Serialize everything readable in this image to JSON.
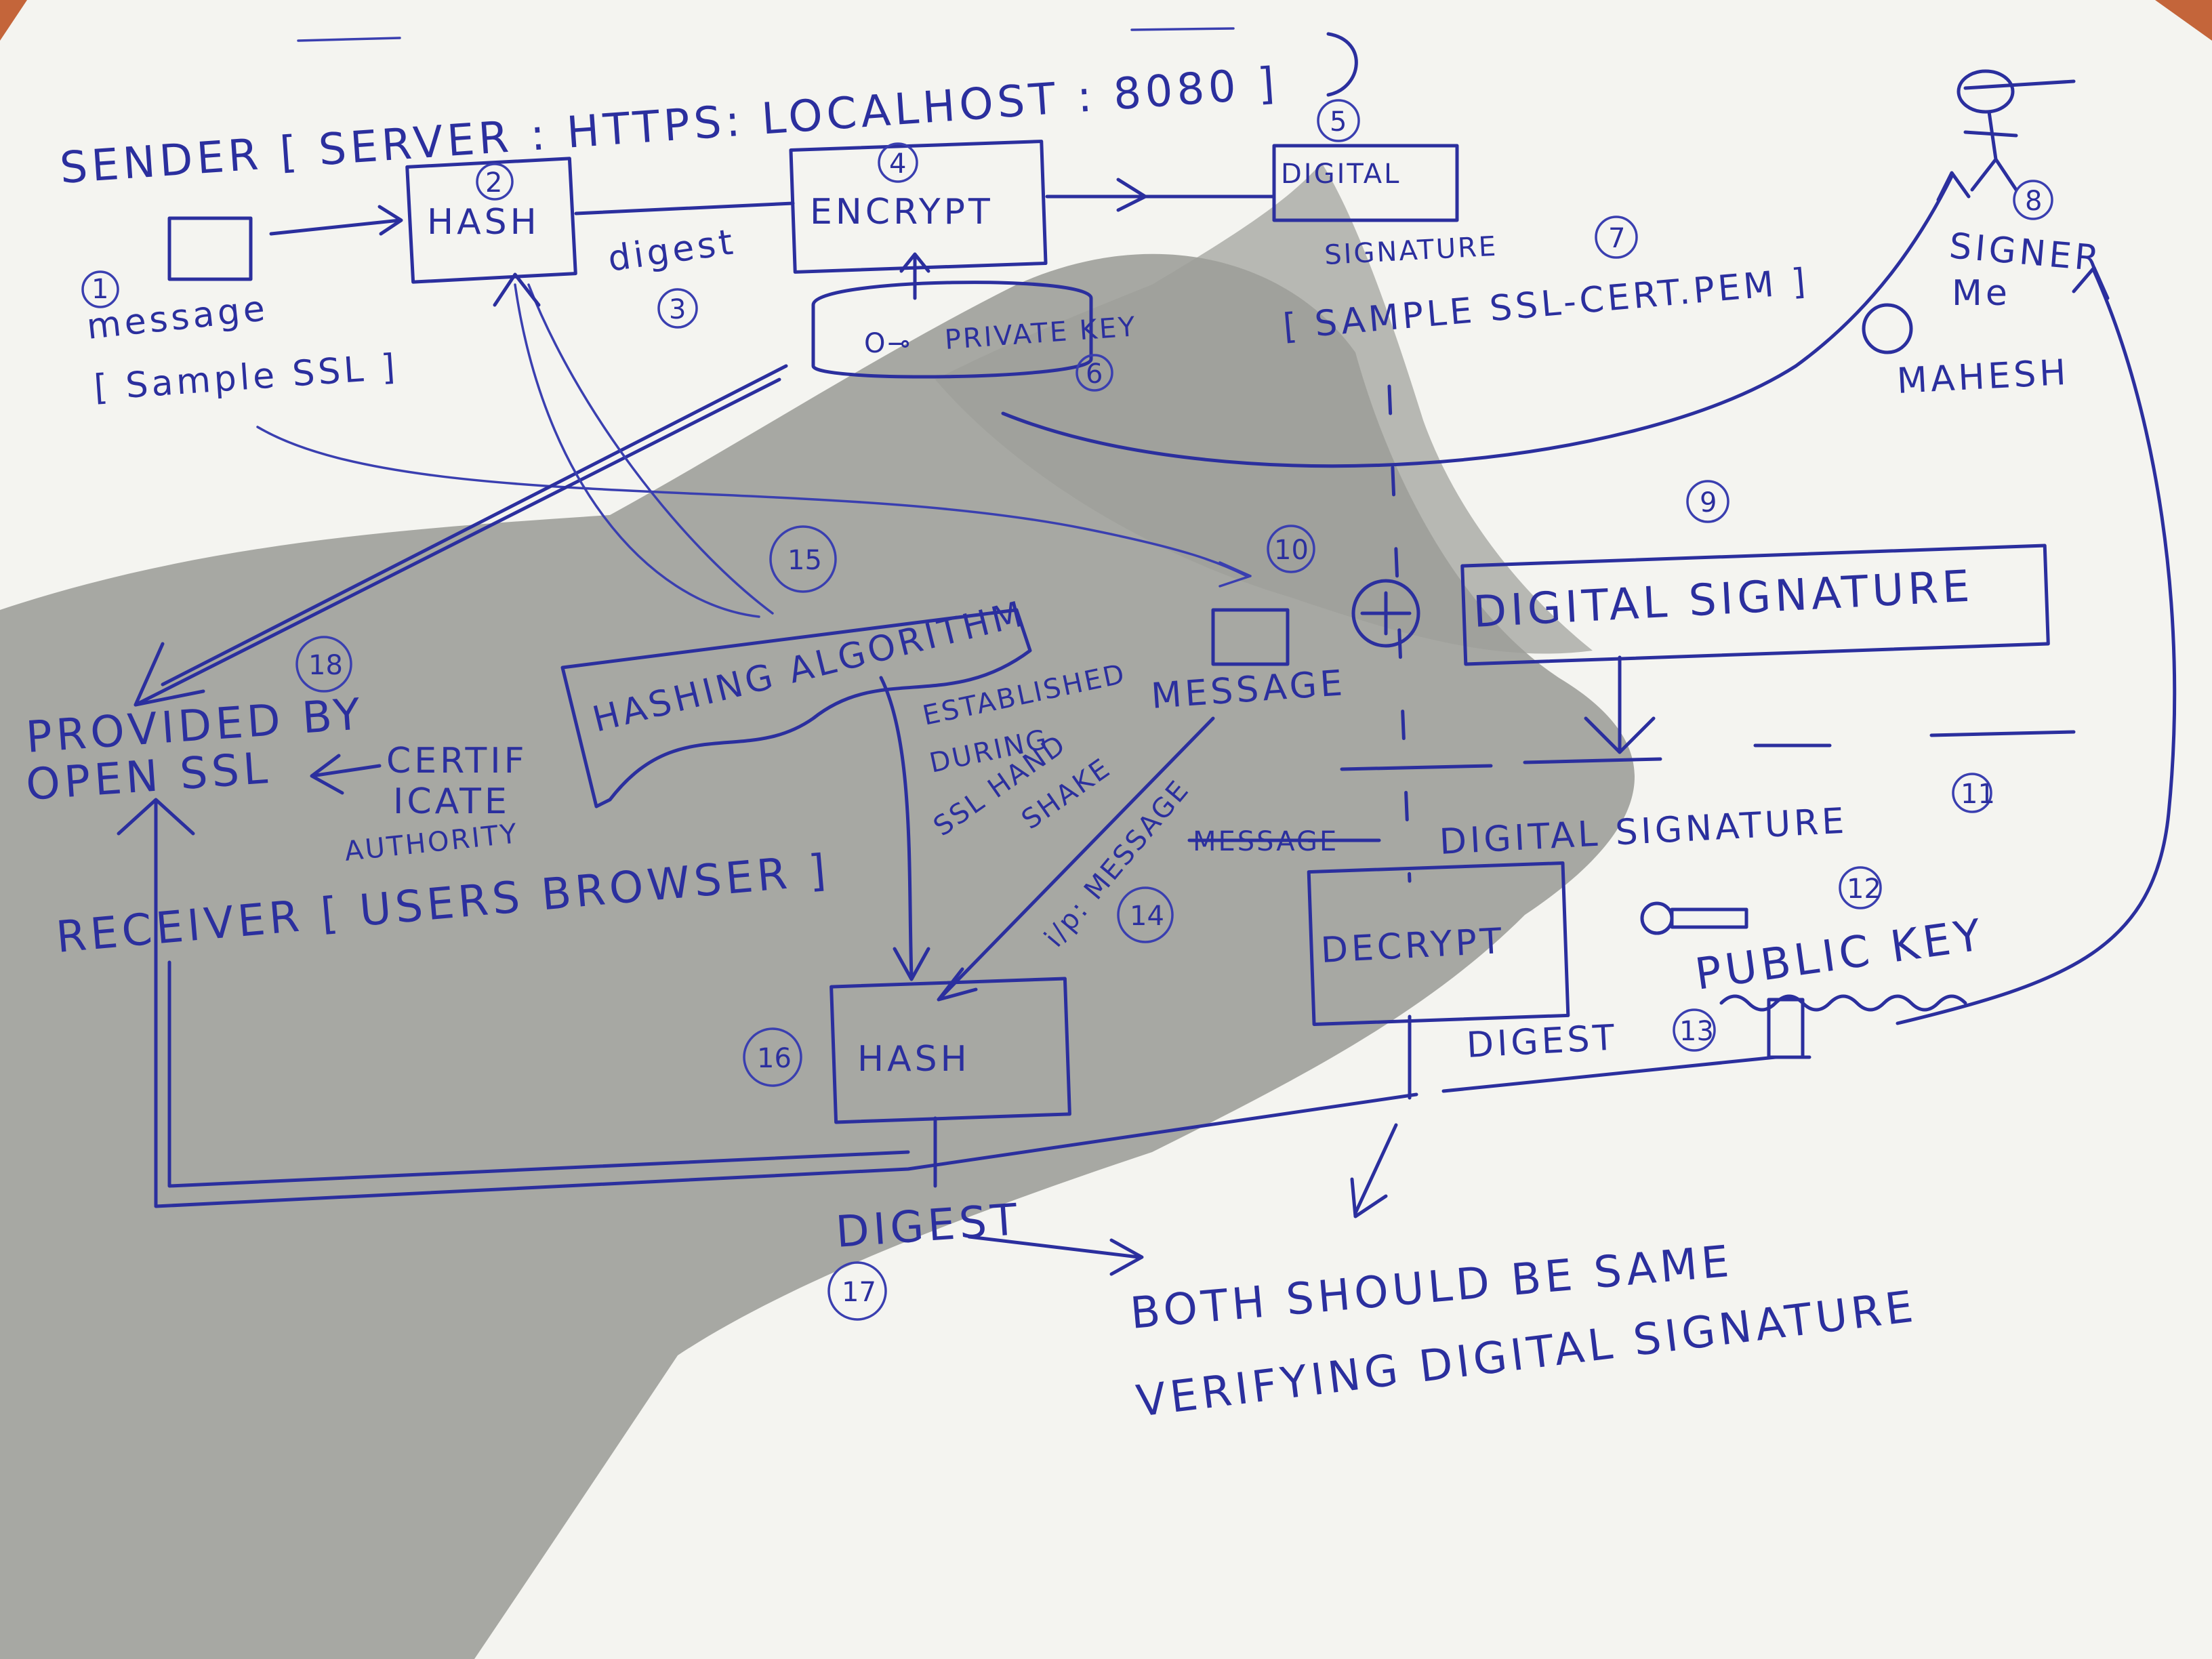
{
  "colors": {
    "ink": "#2b2f9e",
    "paper": "#f4f4f0",
    "shadow": "#8d8f8a",
    "background": "#c4653a"
  },
  "sender": {
    "title": "SENDER [ SERVER : HTTPS: LOCALHOST : 8080 ]",
    "message_label": "message",
    "message_sub": "[ Sample SSL ]",
    "hash_label": "HASH",
    "digest_label": "digest",
    "encrypt_label": "ENCRYPT",
    "private_key_label": "PRIVATE KEY",
    "digital_label": "DIGITAL",
    "signature_label": "SIGNATURE",
    "cert_label": "[ SAMPLE SSL-CERT.PEM ]"
  },
  "signer": {
    "label": "SIGNER",
    "me_label": "Me",
    "name": "MAHESH"
  },
  "receiver": {
    "provided_by": "PROVIDED BY",
    "openssl": "OPEN SSL",
    "ca_line1": "CERTIF",
    "ca_line2": "ICATE",
    "ca_line3": "AUTHORITY",
    "title": "RECEIVER [ USERS BROWSER ]",
    "hashing_algorithm": "HASHING ALGORITHM",
    "established_line1": "ESTABLISHED",
    "established_line2": "DURING",
    "established_line3": "SSL HAND",
    "established_line4": "SHAKE",
    "message_label": "MESSAGE",
    "ip_message": "i/p: MESSAGE",
    "struck_text": "MESSAGE",
    "digital_signature_box": "DIGITAL SIGNATURE",
    "digital_signature_label": "DIGITAL SIGNATURE",
    "decrypt_label": "DECRYPT",
    "public_key_label": "PUBLIC KEY",
    "digest_upper": "DIGEST",
    "hash_label": "HASH",
    "digest_lower": "DIGEST"
  },
  "conclusion": {
    "line1": "BOTH SHOULD BE SAME",
    "line2": "VERIFYING DIGITAL SIGNATURE"
  },
  "step_numbers": {
    "n1": "1",
    "n2": "2",
    "n3": "3",
    "n4": "4",
    "n5": "5",
    "n6": "6",
    "n7": "7",
    "n8": "8",
    "n9": "9",
    "n10": "10",
    "n11": "11",
    "n12": "12",
    "n13": "13",
    "n14": "14",
    "n15": "15",
    "n16": "16",
    "n17": "17",
    "n18": "18"
  }
}
